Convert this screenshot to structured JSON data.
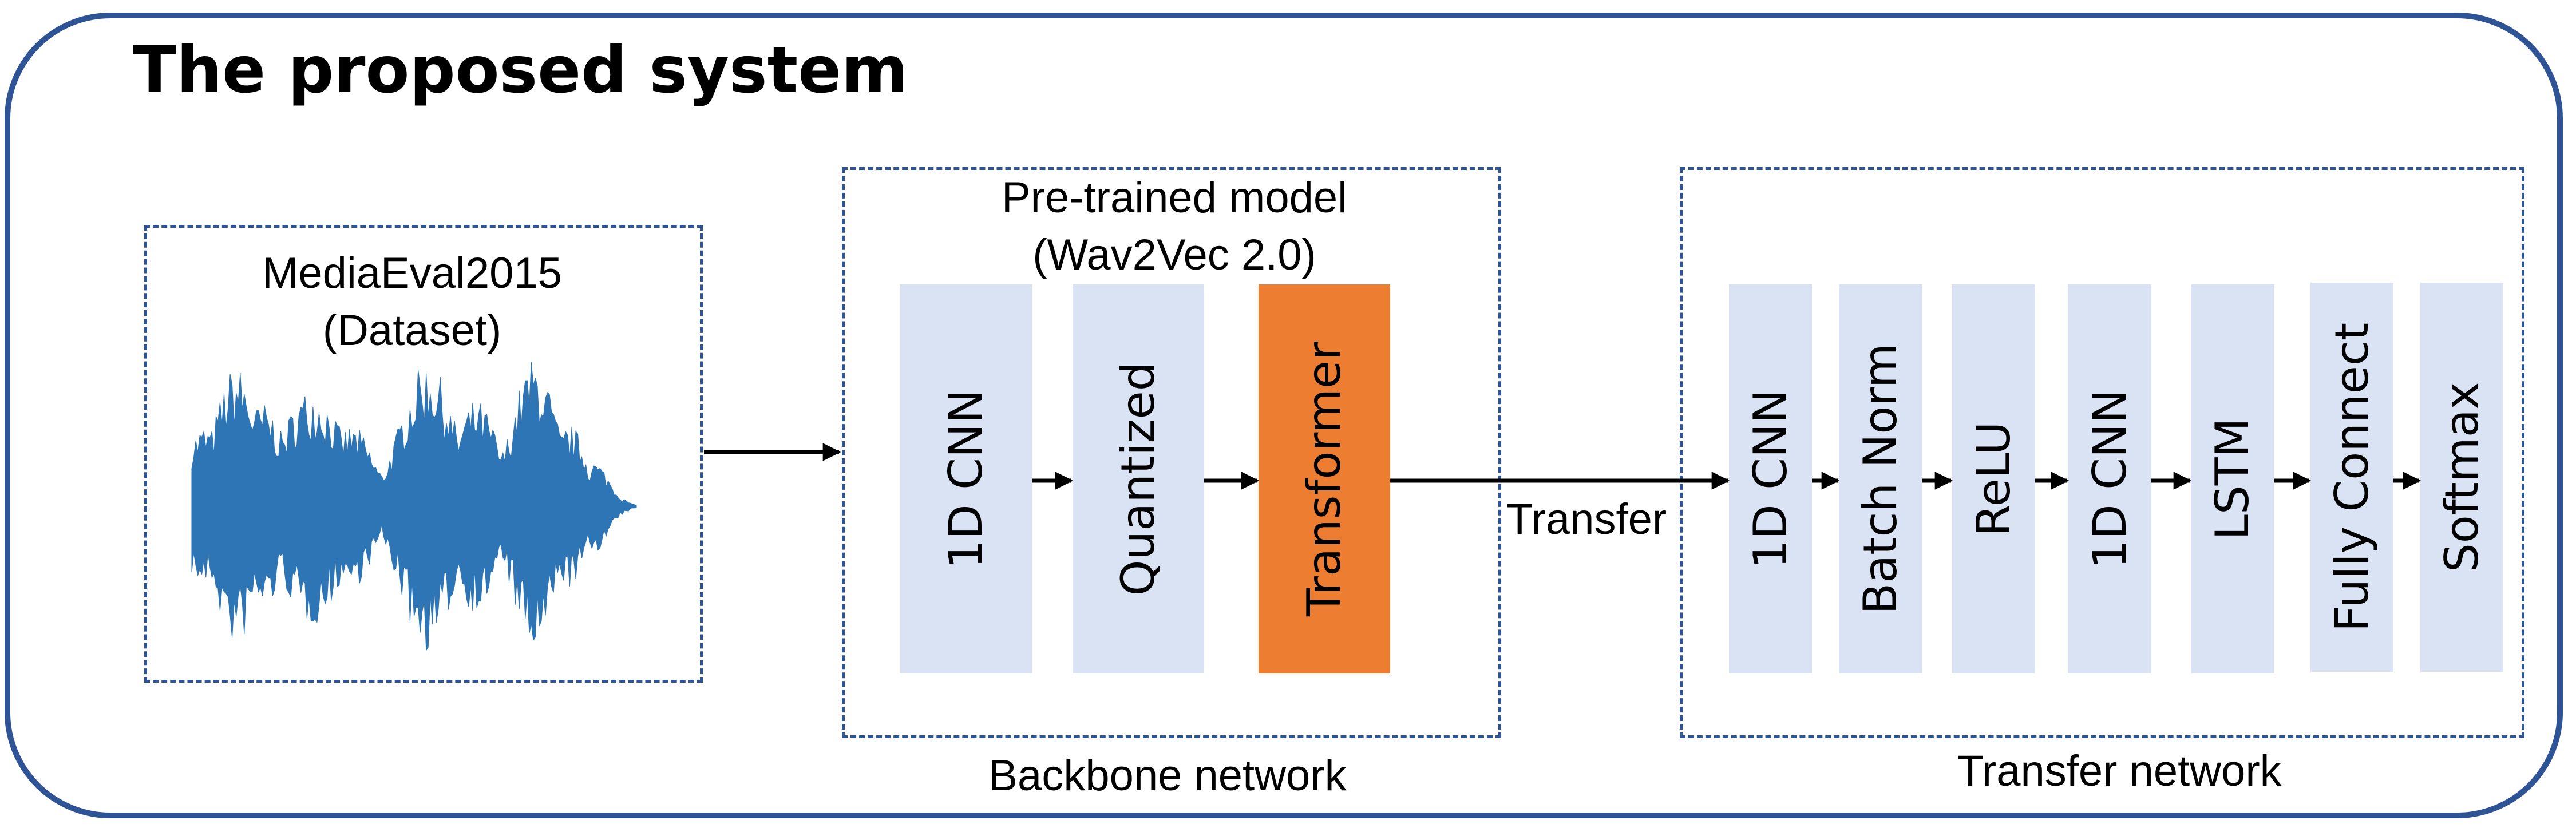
{
  "title": "The proposed system",
  "dataset": {
    "name": "MediaEval2015",
    "tag": "(Dataset)"
  },
  "backbone": {
    "model_name": "Pre-trained model",
    "model_variant": "(Wav2Vec 2.0)",
    "caption": "Backbone network",
    "blocks": [
      "1D CNN",
      "Quantized",
      "Transformer"
    ]
  },
  "transfer_label": "Transfer",
  "transfer_net": {
    "caption": "Transfer network",
    "blocks": [
      "1D CNN",
      "Batch Norm",
      "ReLU",
      "1D CNN",
      "LSTM",
      "Fully Connect",
      "Softmax"
    ]
  },
  "colors": {
    "frame": "#2f5496",
    "block": "#dae3f3",
    "highlight": "#ed7d31",
    "waveform": "#2e75b6"
  }
}
